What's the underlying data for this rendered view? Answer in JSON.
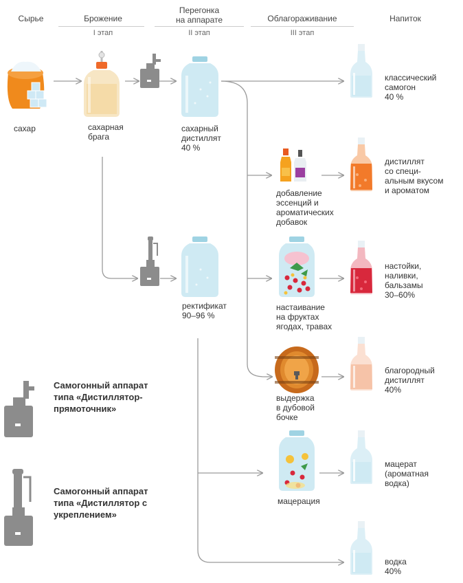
{
  "headers": {
    "raw": "Сырье",
    "ferment": "Брожение",
    "ferment_stage": "I этап",
    "distill_l1": "Перегонка",
    "distill_l2": "на аппарате",
    "distill_stage": "II этап",
    "refine": "Облагораживание",
    "refine_stage": "III этап",
    "drink": "Напиток"
  },
  "labels": {
    "sugar": "сахар",
    "braga": [
      "сахарная",
      "брага"
    ],
    "distillate": [
      "сахарный",
      "дистиллят",
      "40 %"
    ],
    "rectified": [
      "ректификат",
      "90–96 %"
    ],
    "essences": [
      "добавление",
      "эссенций и",
      "ароматических",
      "добавок"
    ],
    "infusion": [
      "настаивание",
      "на фруктах",
      "ягодах, травах"
    ],
    "aging": [
      "выдержка",
      "в дубовой",
      "бочке"
    ],
    "maceration": [
      "мацерация"
    ]
  },
  "drinks": {
    "classic": [
      "классический",
      "самогон",
      "40 %"
    ],
    "flavored": [
      "дистиллят",
      "со специ-",
      "альным вкусом",
      "и ароматом"
    ],
    "tinctures": [
      "настойки,",
      "наливки,",
      "бальзамы",
      "30–60%"
    ],
    "noble": [
      "благородный",
      "дистиллят",
      "40%"
    ],
    "macerate": [
      "мацерат",
      "(ароматная",
      "водка)"
    ],
    "vodka": [
      "водка",
      "40%"
    ]
  },
  "legend": {
    "item1": [
      "Самогонный аппарат",
      "типа «Дистиллятор-",
      "прямоточник»"
    ],
    "item2": [
      "Самогонный аппарат",
      "типа «Дистиллятор с",
      "укреплением»"
    ]
  },
  "colors": {
    "arrow": "#9a9a9a",
    "apparatus": "#8c8c8c",
    "jar": "#cfeaf3",
    "orange_bag": "#f08a1c",
    "barrel": "#c76a1c",
    "red_drink": "#d8283c",
    "flavored_drink": "#f27a2a",
    "noble_drink": "#f6c3a8"
  }
}
